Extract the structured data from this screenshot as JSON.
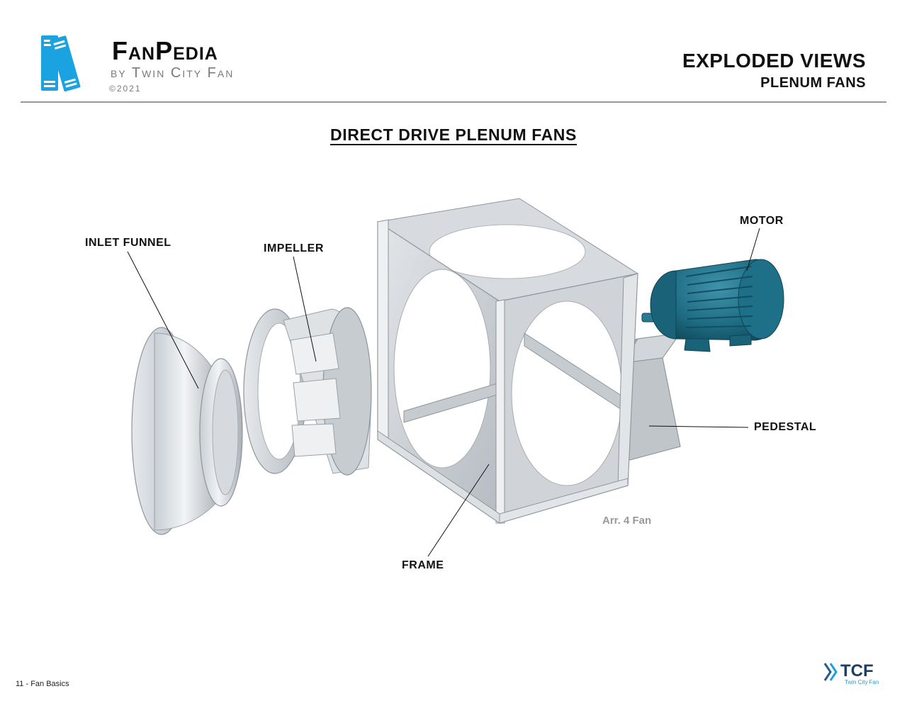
{
  "logo": {
    "title": "FanPedia",
    "subtitle": "by Twin City Fan",
    "copyright": "©2021",
    "brand_color": "#1aa3e0"
  },
  "header": {
    "title": "EXPLODED VIEWS",
    "subtitle": "PLENUM FANS"
  },
  "diagram": {
    "title": "DIRECT DRIVE PLENUM FANS",
    "note": "Arr. 4 Fan",
    "labels": {
      "inlet_funnel": "INLET FUNNEL",
      "impeller": "IMPELLER",
      "motor": "MOTOR",
      "pedestal": "PEDESTAL",
      "frame": "FRAME"
    },
    "colors": {
      "metal_light": "#d9dde1",
      "metal_mid": "#b9bfc5",
      "metal_dark": "#8e959c",
      "motor": "#1d6b82"
    }
  },
  "footer": {
    "page": "11 - Fan Basics",
    "company_mark": "TCF",
    "company_name": "Twin City Fan"
  }
}
